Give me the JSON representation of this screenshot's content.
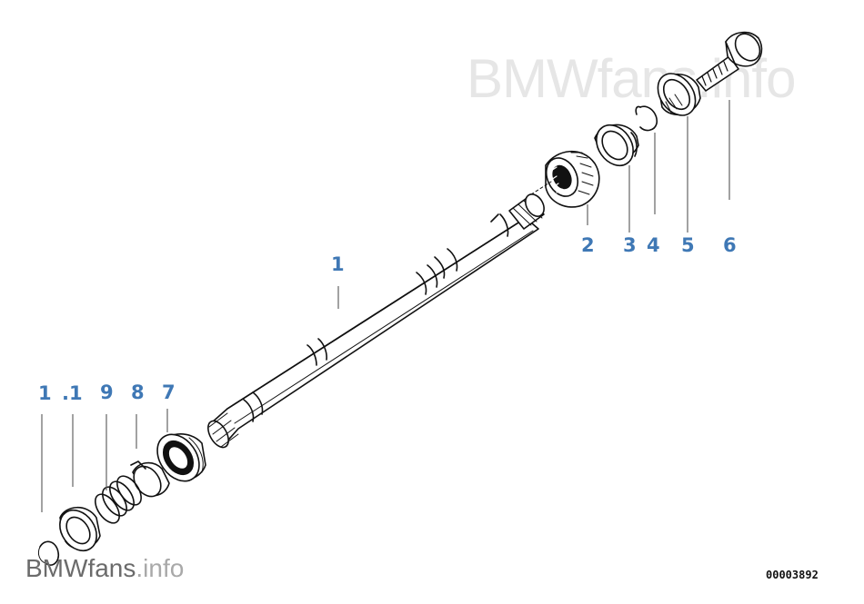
{
  "watermark": {
    "brand": "BMW",
    "site": "fans",
    "tld": ".info",
    "top_text": "BMWfans.info"
  },
  "diagram_code": "00003892",
  "callouts": {
    "shaft": "1",
    "gear": "2",
    "bearing": "3",
    "circlip": "4",
    "bearing_outer": "5",
    "bolt": "6",
    "seal": "7",
    "thrust_washer": "8",
    "spring": "9",
    "ring_main": "1",
    "ring_sub": ".1"
  },
  "colors": {
    "callout": "#3f78b5",
    "line": "#111111",
    "leader": "#555555",
    "watermark": "#e6e6e6"
  }
}
